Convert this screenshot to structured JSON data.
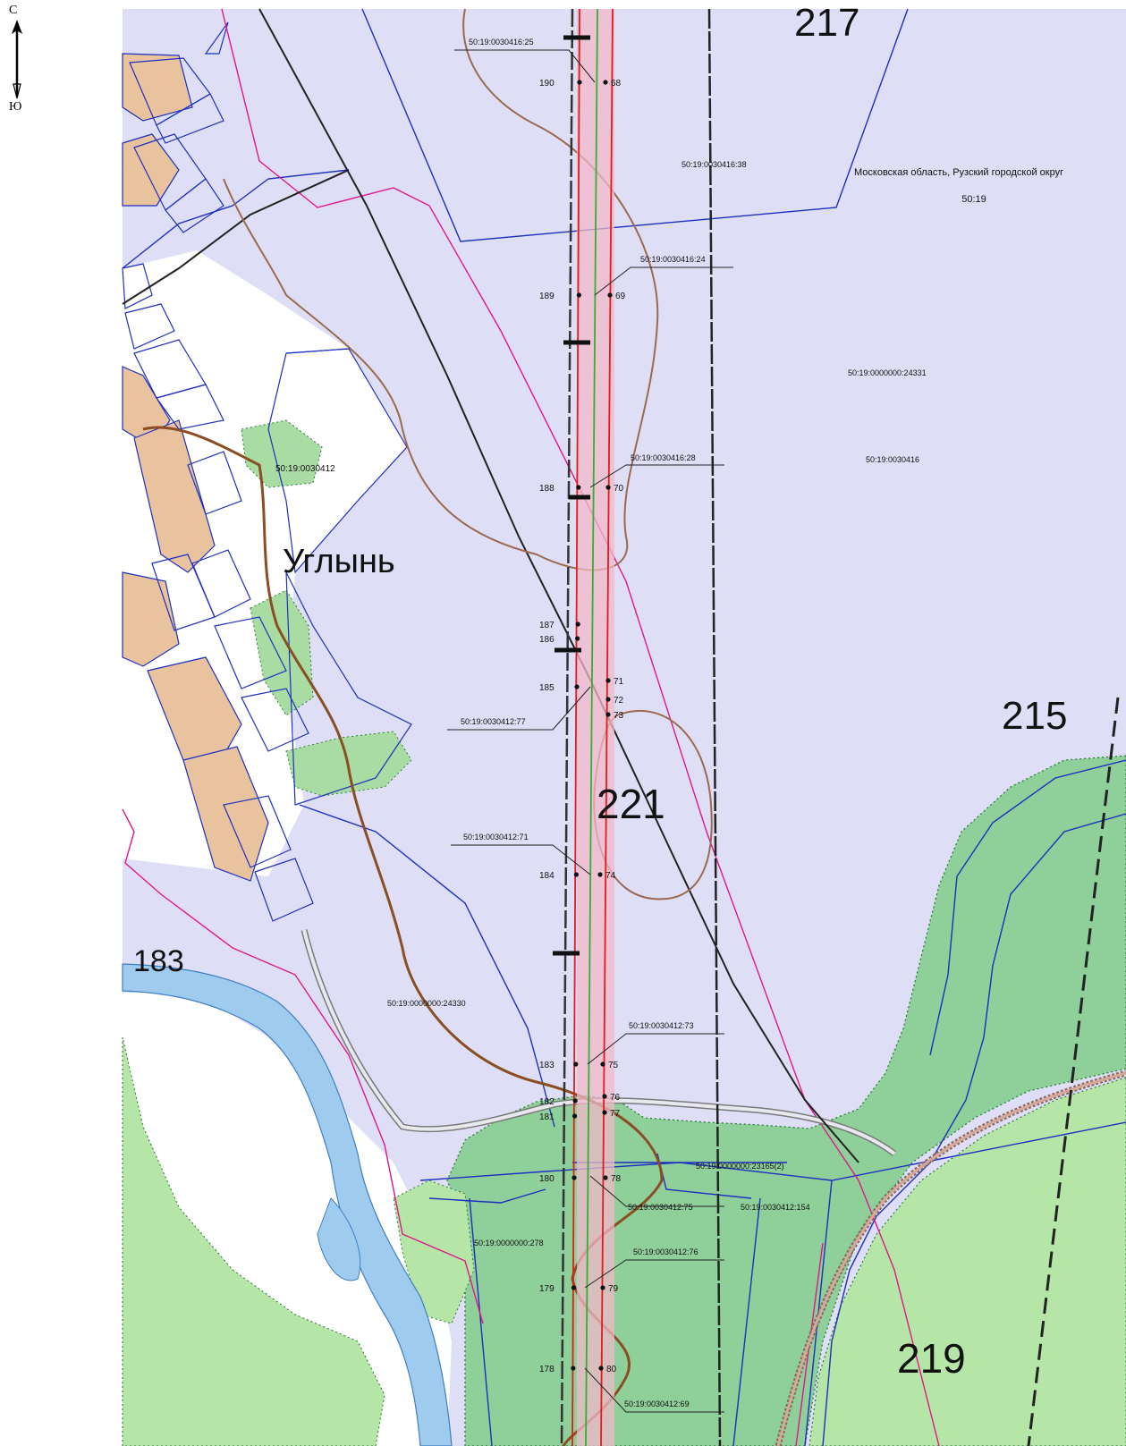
{
  "compass": {
    "north": "С",
    "south": "Ю"
  },
  "region": {
    "name": "Московская область, Рузский городской округ",
    "code": "50:19"
  },
  "quarters": [
    {
      "id": "q-0030416",
      "text": "50:19:0030416",
      "color": "#e0178a"
    },
    {
      "id": "q-0030412",
      "text": "50:19:0030412",
      "color": "#e0178a"
    }
  ],
  "village": "Углынь",
  "big_numbers": [
    "217",
    "215",
    "221",
    "219",
    "183"
  ],
  "parcels": [
    "50:19:0030416:25",
    "50:19:0030416:38",
    "50:19:0030416:24",
    "50:19:0000000:24331",
    "50:19:0030416:28",
    "50:19:0030412:77",
    "50:19:0030412:71",
    "50:19:0000000:24330",
    "50:19:0030412:73",
    "50:19:0000000:23165(2)",
    "50:19:0030412:75",
    "50:19:0030412:154",
    "50:19:0000000:278",
    "50:19:0030412:76",
    "50:19:0030412:69"
  ],
  "points_left": [
    "190",
    "189",
    "188",
    "187",
    "186",
    "185",
    "184",
    "183",
    "182",
    "181",
    "180",
    "179",
    "178"
  ],
  "points_right": [
    "68",
    "69",
    "70",
    "71",
    "72",
    "73",
    "74",
    "75",
    "76",
    "77",
    "78",
    "79",
    "80"
  ],
  "colors": {
    "background": "#dedff6",
    "forest": "#8fcf9a",
    "meadow": "#b5e6a8",
    "river": "#9fcbef",
    "parcel_border": "#1d2fc0",
    "quarter_border": "#e0178a",
    "road": "#d7a79a",
    "footpath": "#9b6a4e",
    "corridor": "#f0b8c8",
    "red_line": "#e21b1b",
    "green_line": "#32b033",
    "house": "#e9c29e"
  }
}
